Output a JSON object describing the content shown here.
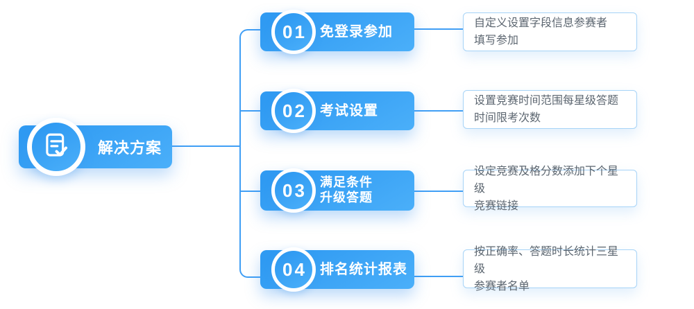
{
  "root": {
    "label": "解决方案",
    "icon": "clipboard-check-icon"
  },
  "steps": [
    {
      "num": "01",
      "label": "免登录参加",
      "desc": "自定义设置字段信息参赛者\n填写参加"
    },
    {
      "num": "02",
      "label": "考试设置",
      "desc": "设置竞赛时间范围每星级答题\n时间限考次数"
    },
    {
      "num": "03",
      "label": "满足条件\n升级答题",
      "desc": "设定竞赛及格分数添加下个星级\n竞赛链接"
    },
    {
      "num": "04",
      "label": "排名统计报表",
      "desc": "按正确率、答题时长统计三星级\n参赛者名单"
    }
  ],
  "colors": {
    "accent_blue": "#2f9af2",
    "accent_blue_light": "#49aef9",
    "line_blue": "#3f9ef5",
    "box_border": "#a6d3f7",
    "desc_text": "#5c6670"
  }
}
